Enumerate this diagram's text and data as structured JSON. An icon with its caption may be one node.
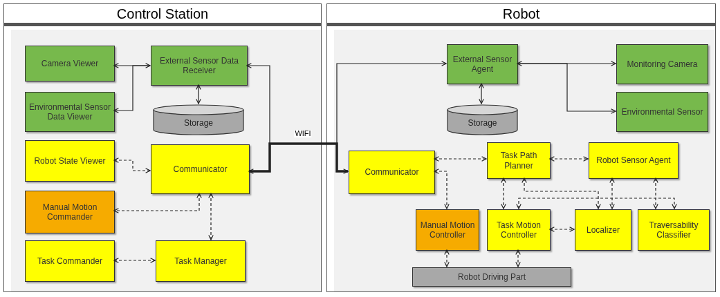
{
  "diagram": {
    "nodes": [
      {
        "text": [
          "Control Station"
        ]
      },
      {
        "text": [
          "Camera Viewer"
        ],
        "in": 0
      },
      {
        "text": [
          "Environmental Sensor Data Viewer"
        ],
        "in": 0
      },
      {
        "text": [
          "External Sensor Data Receiver"
        ],
        "in": 0
      },
      {
        "text": [
          "Storage"
        ],
        "in": 0
      },
      {
        "text": [
          "Robot State Viewer"
        ],
        "in": 0
      },
      {
        "text": [
          "Communicator"
        ],
        "in": 0
      },
      {
        "text": [
          "Manual Motion Commander"
        ],
        "in": 0
      },
      {
        "text": [
          "Task Commander"
        ],
        "in": 0
      },
      {
        "text": [
          "Task Manager"
        ],
        "in": 0
      },
      {
        "text": [
          "Robot"
        ]
      },
      {
        "text": [
          "External Sensor Agent"
        ],
        "in": 10
      },
      {
        "text": [
          "Storage"
        ],
        "in": 10
      },
      {
        "text": [
          "Monitoring Camera"
        ],
        "in": 10
      },
      {
        "text": [
          "Environmental Sensor"
        ],
        "in": 10
      },
      {
        "text": [
          "Communicator"
        ],
        "in": 10
      },
      {
        "text": [
          "Task Path Planner"
        ],
        "in": 10
      },
      {
        "text": [
          "Robot Sensor Agent"
        ],
        "in": 10
      },
      {
        "text": [
          "Manual Motion Controller"
        ],
        "in": 10
      },
      {
        "text": [
          "Task Motion Controller"
        ],
        "in": 10
      },
      {
        "text": [
          "Localizer"
        ],
        "in": 10
      },
      {
        "text": [
          "Traversability Classifier"
        ],
        "in": 10
      },
      {
        "text": [
          "Robot Driving Part"
        ],
        "in": 10
      }
    ],
    "edges": [
      {
        "from": 1,
        "to": 3,
        "arrow": "both"
      },
      {
        "from": 3,
        "to": 2,
        "arrow": "to"
      },
      {
        "from": 3,
        "to": 4,
        "arrow": "both"
      },
      {
        "from": 3,
        "to": 11,
        "arrow": "both"
      },
      {
        "from": 6,
        "to": 15,
        "arrow": "both",
        "label": "WIFI",
        "style": "thick"
      },
      {
        "from": 5,
        "to": 6,
        "arrow": "both",
        "style": "dashed"
      },
      {
        "from": 6,
        "to": 7,
        "arrow": "both",
        "style": "dashed"
      },
      {
        "from": 6,
        "to": 9,
        "arrow": "both",
        "style": "dashed"
      },
      {
        "from": 8,
        "to": 9,
        "arrow": "both",
        "style": "dashed"
      },
      {
        "from": 11,
        "to": 12,
        "arrow": "both"
      },
      {
        "from": 11,
        "to": 13,
        "arrow": "both"
      },
      {
        "from": 11,
        "to": 14,
        "arrow": "to"
      },
      {
        "from": 15,
        "to": 16,
        "arrow": "both",
        "style": "dashed"
      },
      {
        "from": 16,
        "to": 17,
        "arrow": "both",
        "style": "dashed"
      },
      {
        "from": 15,
        "to": 18,
        "arrow": "both",
        "style": "dashed"
      },
      {
        "from": 16,
        "to": 19,
        "arrow": "both",
        "style": "dashed"
      },
      {
        "from": 16,
        "to": 20,
        "arrow": "both",
        "style": "dashed"
      },
      {
        "from": 19,
        "to": 21,
        "arrow": "both",
        "style": "dashed"
      },
      {
        "from": 17,
        "to": 20,
        "arrow": "both",
        "style": "dashed"
      },
      {
        "from": 17,
        "to": 21,
        "arrow": "both",
        "style": "dashed"
      },
      {
        "from": 19,
        "to": 20,
        "arrow": "both",
        "style": "dashed"
      },
      {
        "from": 18,
        "to": 22,
        "arrow": "both",
        "style": "dashed"
      },
      {
        "from": 19,
        "to": 22,
        "arrow": "both",
        "style": "dashed"
      }
    ]
  }
}
